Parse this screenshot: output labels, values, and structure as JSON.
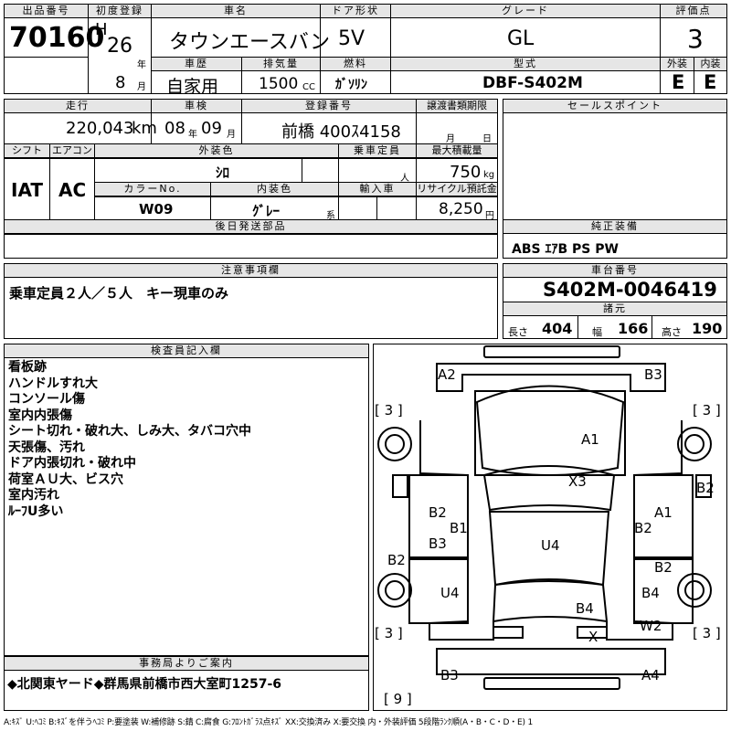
{
  "header": {
    "lot_label": "出品番号",
    "lot_no": "70160",
    "first_reg_label": "初度登録",
    "era": "H",
    "year": "26",
    "year_unit": "年",
    "month": "8",
    "month_unit": "月",
    "car_name_label": "車名",
    "car_name": "タウンエースバン",
    "door_label": "ドア形状",
    "door": "5V",
    "grade_label": "グレード",
    "grade": "GL",
    "score_label": "評価点",
    "score": "3",
    "history_label": "車歴",
    "history": "自家用",
    "disp_label": "排気量",
    "disp": "1500",
    "disp_unit": "CC",
    "fuel_label": "燃料",
    "fuel": "ｶﾞｿﾘﾝ",
    "model_label": "型式",
    "model": "DBF-S402M",
    "ext_label": "外装",
    "ext": "E",
    "int_label": "内装",
    "int": "E"
  },
  "row2": {
    "mileage_label": "走行",
    "mileage": "220,043",
    "mileage_unit": "km",
    "inspection_label": "車検",
    "insp_year": "08",
    "insp_year_unit": "年",
    "insp_month": "09",
    "insp_month_unit": "月",
    "plate_label": "登録番号",
    "plate": "前橋 400ｽ4158",
    "transfer_label": "譲渡書類期限",
    "transfer_month": "月",
    "transfer_day": "日",
    "sales_label": "セールスポイント"
  },
  "row3": {
    "shift_label": "シフト",
    "shift": "IAT",
    "ac_label": "エアコン",
    "ac": "AC",
    "color_label": "外装色",
    "color": "ｼﾛ",
    "capacity_label": "乗車定員",
    "capacity_unit": "人",
    "load_label": "最大積載量",
    "load": "750",
    "load_unit": "kg",
    "color_no_label": "カラーNo.",
    "color_no": "W09",
    "interior_color_label": "内装色",
    "interior_color": "ｸﾞﾚｰ",
    "interior_suffix": "系",
    "import_label": "輸入車",
    "recycle_label": "リサイクル預託金",
    "recycle": "8,250",
    "recycle_unit": "円",
    "later_parts_label": "後日発送部品",
    "equipment_label": "純正装備",
    "equipment": "ABS ｴｱB PS PW"
  },
  "notes": {
    "caution_label": "注意事項欄",
    "caution": "乗車定員２人／５人　キー現車のみ",
    "chassis_label": "車台番号",
    "chassis": "S402M-0046419",
    "spec_label": "諸元",
    "length_label": "長さ",
    "length": "404",
    "width_label": "幅",
    "width": "166",
    "height_label": "高さ",
    "height": "190"
  },
  "inspector": {
    "label": "検査員記入欄",
    "lines": [
      "看板跡",
      "ハンドルすれ大",
      "コンソール傷",
      "室内内張傷",
      "シート切れ・破れ大、しみ大、タバコ穴中",
      "天張傷、汚れ",
      "ドア内張切れ・破れ中",
      "荷室ＡＵ大、ビス穴",
      "室内汚れ",
      "ﾙｰﾌU多い"
    ]
  },
  "office": {
    "label": "事務局よりご案内",
    "text": "◆北関東ヤード◆群馬県前橋市西大室町1257-6"
  },
  "diagram": {
    "marks": {
      "a2": "A2",
      "b3_top": "B3",
      "a1_hood": "A1",
      "x3": "X3",
      "b2_left_door": "B2",
      "b1": "B1",
      "b3_left_door": "B3",
      "a1_right_door": "A1",
      "b2_right_door": "B2",
      "b2_right_rear": "B2",
      "u4_roof": "U4",
      "b2_left_fender": "B2",
      "b2_right_fender": "B2",
      "u4_left": "U4",
      "b4_rear": "B4",
      "b4_right": "B4",
      "w2": "W2",
      "x_rear": "X",
      "b3_bottom": "B3",
      "a4": "A4"
    },
    "tires": {
      "fl": "[ 3 ]",
      "fr": "[ 3 ]",
      "rl": "[ 3 ]",
      "rr": "[ 3 ]",
      "spare": "[ 9 ]"
    }
  },
  "legend": "A:ｷｽﾞ U:ﾍｺﾐ B:ｷｽﾞを伴うﾍｺﾐ P:要塗装 W:補修跡 S:錆 C:腐食 G:ﾌﾛﾝﾄｶﾞﾗｽ点ｷｽﾞ XX:交換済み X:要交換 内・外装評価 5段階ﾗﾝｸ順(A・B・C・D・E) 1"
}
